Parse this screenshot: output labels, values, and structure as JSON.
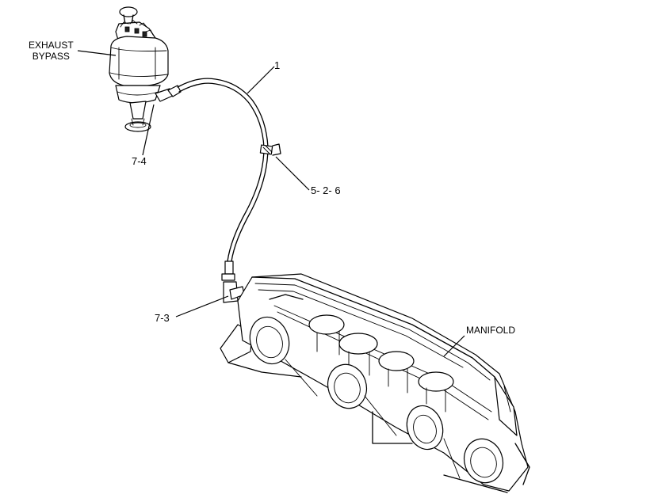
{
  "labels": {
    "exhaust_bypass_line1": "EXHAUST",
    "exhaust_bypass_line2": "BYPASS",
    "item_1": "1",
    "item_7_4": "7-4",
    "item_5_2_6": "5- 2- 6",
    "item_7_3": "7-3",
    "manifold": "MANIFOLD"
  }
}
